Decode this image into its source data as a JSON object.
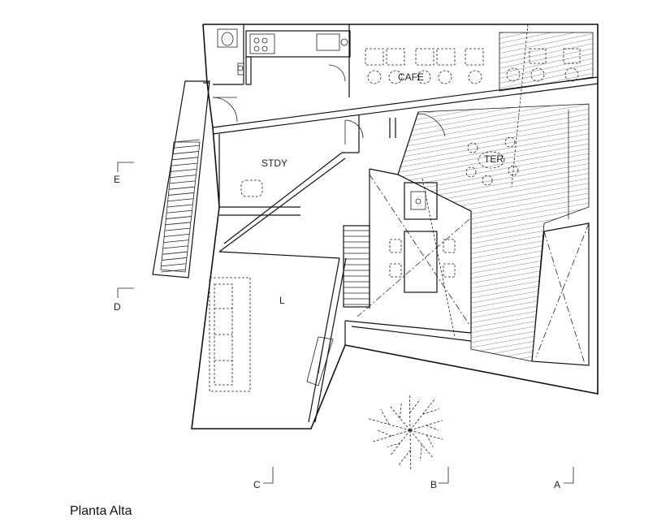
{
  "caption": "Planta Alta",
  "rooms": {
    "cafe": "CAFE",
    "study": "STDY",
    "terrace": "TER",
    "living": "L"
  },
  "section_marks": {
    "a": "A",
    "b": "B",
    "c": "C",
    "d": "D",
    "e": "E"
  }
}
